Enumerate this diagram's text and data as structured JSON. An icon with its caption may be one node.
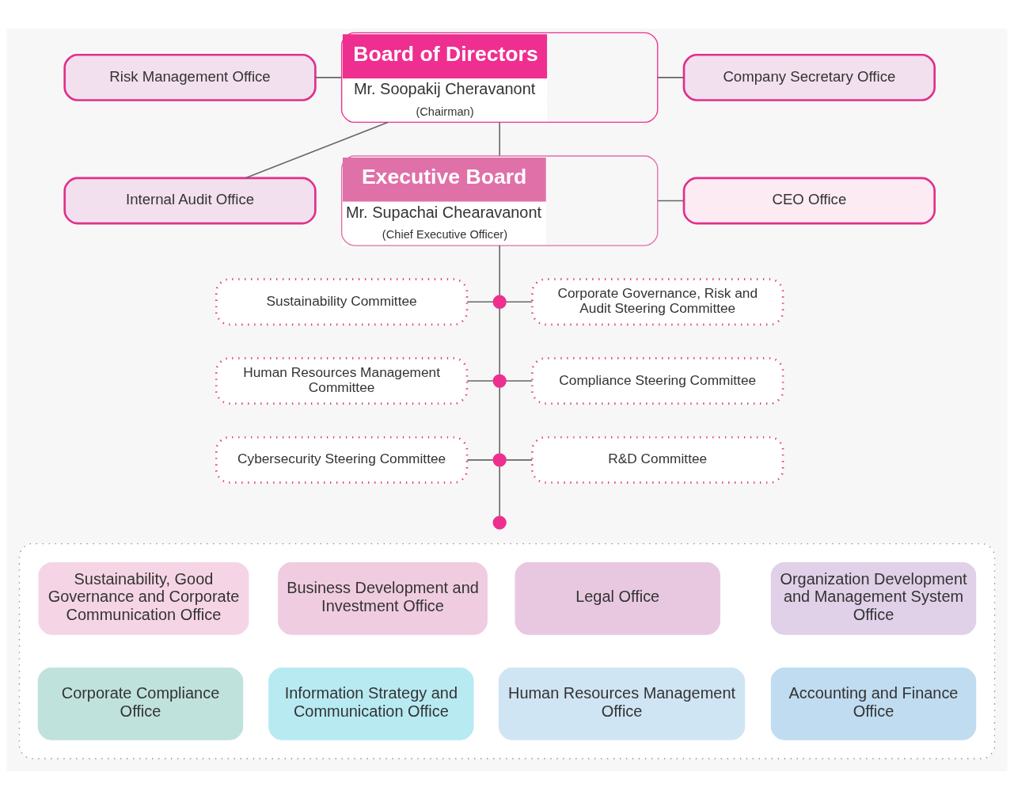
{
  "diagram": {
    "nodes": [
      {
        "text": [
          "Board of Directors",
          "Mr. Soopakij Cheravanont",
          "(Chairman)"
        ]
      },
      {
        "text": [
          "Risk Management Office"
        ]
      },
      {
        "text": [
          "Internal Audit Office"
        ]
      },
      {
        "text": [
          "Company Secretary Office"
        ]
      },
      {
        "text": [
          "Executive Board",
          "Mr. Supachai Chearavanont",
          "(Chief Executive Officer)"
        ]
      },
      {
        "text": [
          "CEO Office"
        ]
      },
      {
        "text": [
          "Sustainability Committee"
        ]
      },
      {
        "text": [
          "Corporate Governance, Risk and Audit Steering Committee"
        ]
      },
      {
        "text": [
          "Human Resources Management Committee"
        ]
      },
      {
        "text": [
          "Compliance Steering Committee"
        ]
      },
      {
        "text": [
          "Cybersecurity Steering Committee"
        ]
      },
      {
        "text": [
          "R&D Committee"
        ]
      },
      {
        "text": [],
        "shape": "circle"
      },
      {
        "text": [],
        "shape": "circle"
      },
      {
        "text": [],
        "shape": "circle"
      },
      {
        "text": [],
        "shape": "circle"
      },
      {
        "text": [],
        "shape": "box"
      },
      {
        "text": [
          "Organization Development and Management System Office"
        ],
        "in": 16
      },
      {
        "text": [
          "Legal Office"
        ],
        "in": 16
      },
      {
        "text": [
          "Business Development and Investment Office"
        ],
        "in": 16
      },
      {
        "text": [
          "Sustainability, Good Governance and Corporate Communication Office"
        ],
        "in": 16
      },
      {
        "text": [
          "Accounting and Finance Office"
        ],
        "in": 16
      },
      {
        "text": [
          "Human Resources Management Office"
        ],
        "in": 16
      },
      {
        "text": [
          "Information Strategy and Communication Office"
        ],
        "in": 16
      },
      {
        "text": [
          "Corporate Compliance Office"
        ],
        "in": 16
      }
    ],
    "edges": [
      {
        "from": 1,
        "to": 0,
        "arrow": "none"
      },
      {
        "from": 2,
        "to": 0,
        "arrow": "none"
      },
      {
        "from": 0,
        "to": 3,
        "arrow": "none"
      },
      {
        "from": 0,
        "to": 4,
        "arrow": "none"
      },
      {
        "from": 4,
        "to": 5,
        "arrow": "none"
      },
      {
        "from": 4,
        "to": 12,
        "arrow": "none"
      },
      {
        "from": 12,
        "to": 6,
        "arrow": "none"
      },
      {
        "from": 12,
        "to": 7,
        "arrow": "none"
      },
      {
        "from": 12,
        "to": 13,
        "arrow": "none"
      },
      {
        "from": 13,
        "to": 8,
        "arrow": "none"
      },
      {
        "from": 13,
        "to": 9,
        "arrow": "none"
      },
      {
        "from": 13,
        "to": 14,
        "arrow": "none"
      },
      {
        "from": 14,
        "to": 10,
        "arrow": "none"
      },
      {
        "from": 14,
        "to": 11,
        "arrow": "none"
      },
      {
        "from": 14,
        "to": 15,
        "arrow": "none"
      }
    ]
  }
}
